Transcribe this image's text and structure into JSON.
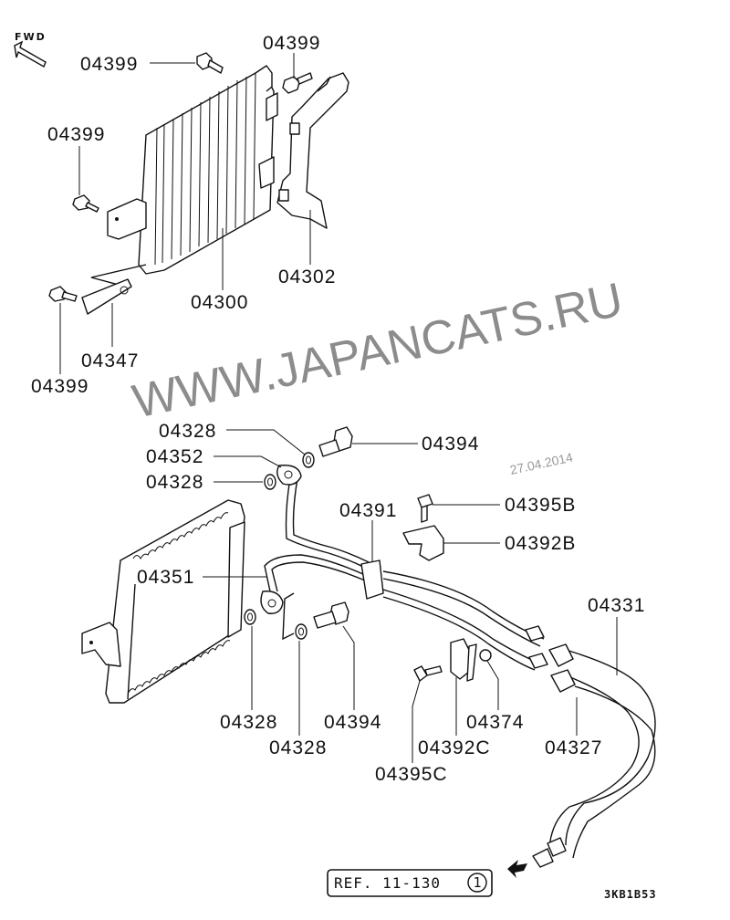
{
  "direction": {
    "label": "FWD"
  },
  "labels": {
    "bolt_top_left": "04399",
    "bolt_top_right": "04399",
    "bolt_mid_left": "04399",
    "bolt_bottom_left": "04399",
    "oil_cooler": "04300",
    "cooler_bracket": "04302",
    "cooler_plate": "04347",
    "gasket_upper": "04328",
    "eyebolt_connector_upper": "04352",
    "gasket_upper_2": "04328",
    "eyebolt_upper": "04394",
    "clamp_main": "04391",
    "bolt_clamp_b": "04395B",
    "bracket_b": "04392B",
    "tube_lower": "04351",
    "hose_assembly": "04331",
    "gasket_lower_1": "04328",
    "gasket_lower_2": "04328",
    "eyebolt_lower": "04394",
    "grommet": "04374",
    "bracket_c": "04392C",
    "bolt_clamp_c": "04395C",
    "hose_fitting": "04327"
  },
  "reference": {
    "text": "REF. 11-130",
    "circled": "1"
  },
  "drawing_code": "3KB1B53",
  "watermark": {
    "text": "WWW.JAPANCATS.RU",
    "date": "27.04.2014"
  }
}
